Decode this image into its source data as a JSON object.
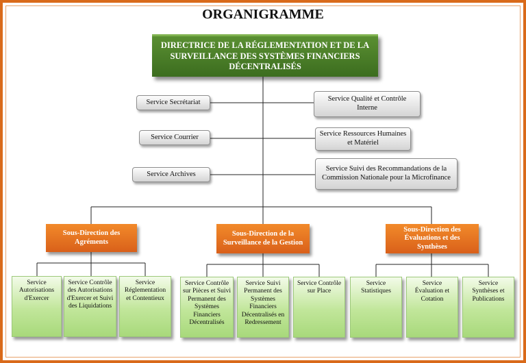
{
  "title": "ORGANIGRAMME",
  "director": "DIRECTRICE DE LA RÉGLEMENTATION ET DE LA SURVEILLANCE DES SYSTÈMES FINANCIERS DÉCENTRALISÉS",
  "services_left": [
    "Service Secrétariat",
    "Service Courrier",
    "Service Archives"
  ],
  "services_right": [
    "Service Qualité et Contrôle Interne",
    "Service Ressources Humaines et Matériel",
    "Service Suivi des Recommandations de la Commission Nationale pour la Microfinance"
  ],
  "sub_directions": [
    {
      "name": "Sous-Direction des Agréments",
      "units": [
        "Service Autorisations d'Exercer",
        "Service Contrôle des Autorisations d'Exercer et Suivi des Liquidations",
        "Service Réglementation et Contentieux"
      ]
    },
    {
      "name": "Sous-Direction de la Surveillance de la Gestion",
      "units": [
        "Service Contrôle sur Pièces et Suivi Permanent des Systèmes Financiers Décentralisés",
        "Service Suivi Permanent des Systèmes Financiers Décentralisés en Redressement",
        "Service Contrôle sur Place"
      ]
    },
    {
      "name": "Sous-Direction des Évaluations et des Synthèses",
      "units": [
        "Service Statistiques",
        "Service Évaluation et Cotation",
        "Service Synthèses et Publications"
      ]
    }
  ],
  "colors": {
    "frame": "#d96a1a",
    "director": "#3c6d1f",
    "sub_direction": "#e5701f",
    "unit": "#b6df8c",
    "service": "#d4d4d4"
  }
}
